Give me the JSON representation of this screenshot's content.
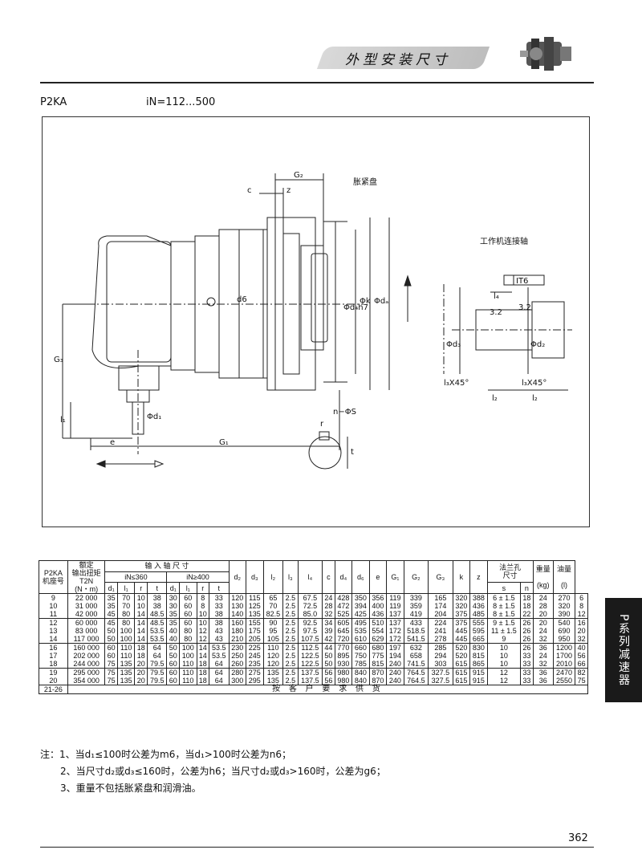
{
  "header": {
    "title": "外型安装尺寸",
    "icon": "gearbox-icon"
  },
  "model": {
    "name": "P2KA",
    "ratio": "iN=112...500"
  },
  "drawing": {
    "labels": {
      "g2": "G₂",
      "c": "c",
      "z": "z",
      "shrink_disk": "胀紧盘",
      "d6": "d6",
      "d4h7": "Φd₄h7",
      "k": "Φk",
      "da": "Φdₐ",
      "g3": "G₃",
      "l1": "l₁",
      "d1": "Φd₁",
      "e": "e",
      "g1": "G₁",
      "nS": "n−ΦS",
      "r": "r",
      "t": "t",
      "shaft_title": "工作机连接轴",
      "it6": "IT6",
      "l4": "l₄",
      "r32a": "3.2",
      "r32b": "3.2",
      "d3": "Φd₃",
      "d2": "Φd₂",
      "l3x45a": "l₃X45°",
      "l3x45b": "l₃X45°",
      "l2a": "l₂",
      "l2b": "l₂"
    }
  },
  "table": {
    "head": {
      "seat": "P2KA\n机座号",
      "torque": "额定\n输出扭矩\nT2N\n(N・m)",
      "input_shaft": "输 入 轴 尺 寸",
      "in360": "iN≤360",
      "in400": "iN≥400",
      "sub": [
        "d₁",
        "l₁",
        "r",
        "t",
        "d₁",
        "l₁",
        "r",
        "t"
      ],
      "cols": [
        "d₂",
        "d₃",
        "l₂",
        "l₃",
        "l₄",
        "c",
        "d₄",
        "d₆",
        "e",
        "G₁",
        "G₂",
        "G₃",
        "k",
        "z"
      ],
      "flange": "法兰孔\n尺寸",
      "s": "s",
      "n": "n",
      "weight": "重量\n\n(kg)",
      "oil": "油量\n\n(l)"
    },
    "groups": [
      [
        "9\n10\n11",
        "22 000\n31 000\n42 000",
        "35\n35\n45",
        "70\n70\n80",
        "10\n10\n14",
        "38\n38\n48.5",
        "30\n30\n35",
        "60\n60\n60",
        "8\n8\n10",
        "33\n33\n38",
        "120\n130\n140",
        "115\n125\n135",
        "65\n70\n82.5",
        "2.5\n2.5\n2.5",
        "67.5\n72.5\n85.0",
        "24\n28\n32",
        "428\n472\n525",
        "350\n394\n425",
        "356\n400\n436",
        "119\n119\n137",
        "339\n359\n419",
        "165\n174\n204",
        "320\n320\n375",
        "388\n436\n485",
        "6 ± 1.5\n8 ± 1.5\n8 ± 1.5",
        "18\n18\n22",
        "24\n28\n20",
        "270\n320\n390",
        "6\n8\n12"
      ],
      [
        "12\n13\n14",
        "60 000\n83 000\n117 000",
        "45\n50\n50",
        "80\n100\n100",
        "14\n14\n14",
        "48.5\n53.5\n53.5",
        "35\n40\n40",
        "60\n80\n80",
        "10\n12\n12",
        "38\n43\n43",
        "160\n180\n210",
        "155\n175\n205",
        "90\n95\n105",
        "2.5\n2.5\n2.5",
        "92.5\n97.5\n107.5",
        "34\n39\n42",
        "605\n645\n720",
        "495\n535\n610",
        "510\n554\n629",
        "137\n172\n172",
        "433\n518.5\n541.5",
        "224\n241\n278",
        "375\n445\n445",
        "555\n595\n665",
        "9 ± 1.5\n11 ± 1.5\n9",
        "26\n26\n26",
        "20\n24\n32",
        "540\n690\n950",
        "16\n20\n32"
      ],
      [
        "16\n17\n18",
        "160 000\n202 000\n244 000",
        "60\n60\n75",
        "110\n110\n135",
        "18\n18\n20",
        "64\n64\n79.5",
        "50\n50\n60",
        "100\n100\n110",
        "14\n14\n18",
        "53.5\n53.5\n64",
        "230\n250\n260",
        "225\n245\n235",
        "110\n120\n120",
        "2.5\n2.5\n2.5",
        "112.5\n122.5\n122.5",
        "44\n50\n50",
        "770\n895\n930",
        "660\n750\n785",
        "680\n775\n815",
        "197\n194\n240",
        "632\n658\n741.5",
        "285\n294\n303",
        "520\n520\n615",
        "830\n815\n865",
        "10\n10\n10",
        "26\n33\n33",
        "36\n24\n32",
        "1200\n1700\n2010",
        "40\n56\n66"
      ],
      [
        "19\n20",
        "295 000\n354 000",
        "75\n75",
        "135\n135",
        "20\n20",
        "79.5\n79.5",
        "60\n60",
        "110\n110",
        "18\n18",
        "64\n64",
        "280\n300",
        "275\n295",
        "135\n135",
        "2.5\n2.5",
        "137.5\n137.5",
        "56\n56",
        "980\n980",
        "840\n840",
        "870\n870",
        "240\n240",
        "764.5\n764.5",
        "327.5\n327.5",
        "615\n615",
        "915\n915",
        "12\n12",
        "33\n33",
        "36\n36",
        "2470\n2550",
        "82\n75"
      ]
    ],
    "last_row": {
      "seat": "21-26",
      "text": "按 客 户 要 求 供 货"
    }
  },
  "notes": [
    "注：1、当d₁≤100时公差为m6，当d₁>100时公差为n6；",
    "2、当尺寸d₂或d₃≤160时，公差为h6；当尺寸d₂或d₃>160时，公差为g6；",
    "3、重量不包括胀紧盘和润滑油。"
  ],
  "side_tab": "P系列减速器",
  "page_number": "362"
}
